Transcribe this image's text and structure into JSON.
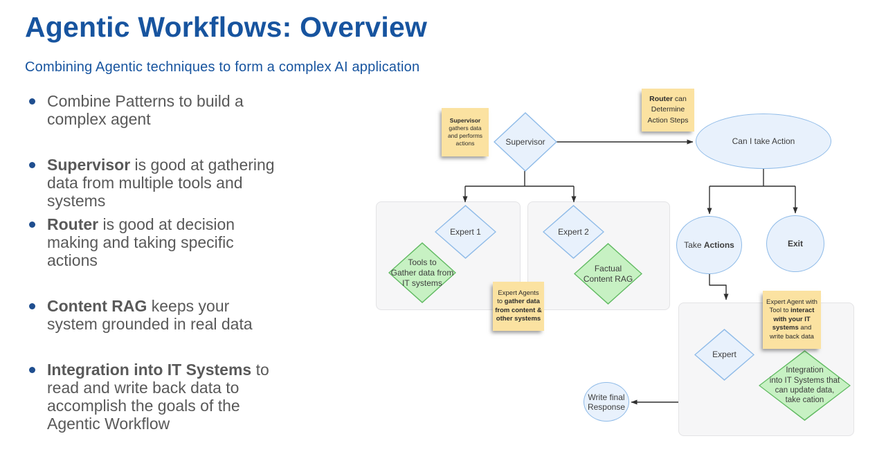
{
  "colors": {
    "title_blue": "#17549f",
    "text_gray": "#595959",
    "bullet_dot": "#1f4e8f",
    "blue_fill": "#e8f1fc",
    "blue_border": "#8fbbe8",
    "green_fill": "#c7f1c3",
    "green_border": "#61ba62",
    "sticky_yellow": "#fbe2a1",
    "container_fill": "#f6f6f7",
    "container_border": "#e3e3e5",
    "connector": "#2f2f2f",
    "node_text": "#3d3d3d"
  },
  "slide": {
    "title": "Agentic Workflows: Overview",
    "subtitle": "Combining Agentic techniques to form a complex AI application",
    "bullets": [
      {
        "bold": "",
        "rest": "Combine Patterns to build a complex agent"
      },
      {
        "bold": "Supervisor",
        "rest": " is good at gathering data from multiple tools and systems"
      },
      {
        "bold": "Router",
        "rest": " is good at decision making and taking specific actions"
      },
      {
        "bold": "Content RAG",
        "rest": " keeps your system grounded in real data"
      },
      {
        "bold": "Integration into IT Systems",
        "rest": " to read and write back data to accomplish the goals of the Agentic Workflow"
      }
    ]
  },
  "diagram": {
    "nodes": {
      "supervisor": {
        "label": "Supervisor"
      },
      "can_i_take_action": {
        "label": "Can I take Action"
      },
      "expert1": {
        "label": "Expert 1"
      },
      "expert2": {
        "label": "Expert 2"
      },
      "expert3": {
        "label": "Expert"
      },
      "tools_diamond": {
        "label": "Tools to\nGather data from\nIT systems"
      },
      "factual_rag_diamond": {
        "label": "Factual\nContent RAG"
      },
      "integration_diamond": {
        "label": "Integration\ninto IT Systems that\ncan update data,\ntake cation"
      },
      "take_actions": {
        "pre": "Take ",
        "bold": "Actions"
      },
      "exit": {
        "bold": "Exit"
      },
      "write_final": {
        "label": "Write final\nResponse"
      }
    },
    "stickies": {
      "supervisor_note": {
        "pre": "",
        "bold": "Supervisor",
        "post": " gathers data and performs actions"
      },
      "router_note": {
        "pre": "",
        "bold": "Router",
        "post": " can Determine Action Steps"
      },
      "expert_agents_note": {
        "pre": "Expert Agents to ",
        "bold": "gather data from content & other systems",
        "post": ""
      },
      "expert_tool_note": {
        "pre": "Expert Agent with Tool to ",
        "bold": "interact with your IT systems",
        "post": " and write back data"
      }
    }
  }
}
